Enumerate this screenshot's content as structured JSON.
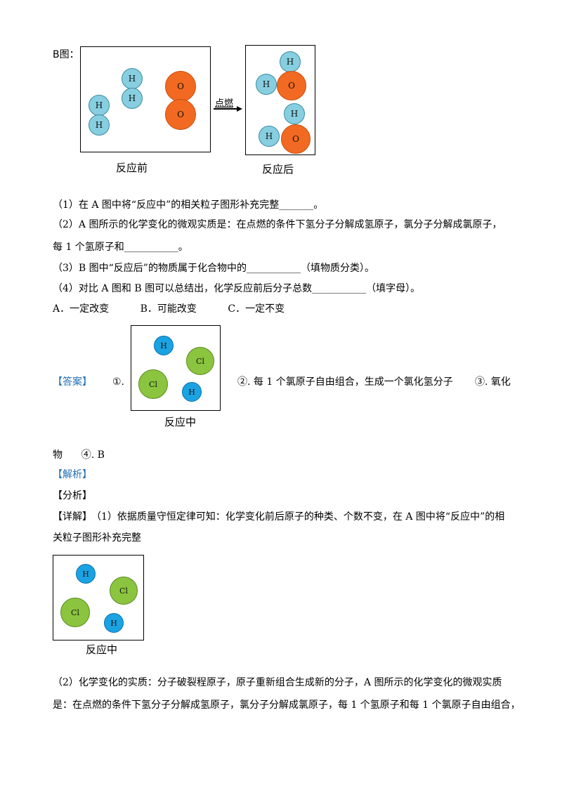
{
  "figure_b": {
    "label": "B图：",
    "before_caption": "反应前",
    "after_caption": "反应后",
    "arrow_label": "点燃",
    "atom_h": "H",
    "atom_o": "O"
  },
  "questions": {
    "q1": "（1）在 A 图中将“反应中”的相关粒子图形补充完整_______。",
    "q2_line1": "（2）A 图所示的化学变化的微观实质是：在点燃的条件下氢分子分解成氢原子，氯分子分解成氯原子，",
    "q2_line2": "每 1 个氢原子和___________。",
    "q3": "（3）B 图中“反应后”的物质属于化合物中的___________（填物质分类）。",
    "q4": "（4）对比 A 图和 B 图可以总结出，化学反应前后分子总数___________（填字母）。",
    "options": "A．一定改变          B．可能改变          C．一定不变"
  },
  "answer": {
    "label": "【答案】",
    "part1": "①.",
    "part2": "②. 每 1 个氯原子自由组合，生成一个氯化氢分子",
    "part3": "③. 氧化",
    "line2": "物      ④. B",
    "diagram_caption": "反应中",
    "atom_h": "H",
    "atom_cl": "Cl"
  },
  "analysis": {
    "jiexi": "【解析】",
    "fenxi": "【分析】",
    "xiangjie_label": "【详解】",
    "xiangjie_line1": "（1）依据质量守恒定律可知：化学变化前后原子的种类、个数不变，在 A 图中将“反应中”的相",
    "xiangjie_line2": "关粒子图形补充完整",
    "diagram_caption": "反应中",
    "p2_line1": "（2）化学变化的实质：分子破裂程原子，原子重新组合生成新的分子，A 图所示的化学变化的微观实质",
    "p2_line2": "是：在点燃的条件下氢分子分解成氢原子，氯分子分解成氯原子，每 1 个氢原子和每 1 个氯原子自由组合，"
  },
  "colors": {
    "hydrogen_light": "#87cfe0",
    "oxygen": "#f26a21",
    "hydrogen_blue": "#1aa3e3",
    "chlorine": "#8bc53f",
    "answer_label_blue": "#1f6fb5"
  }
}
